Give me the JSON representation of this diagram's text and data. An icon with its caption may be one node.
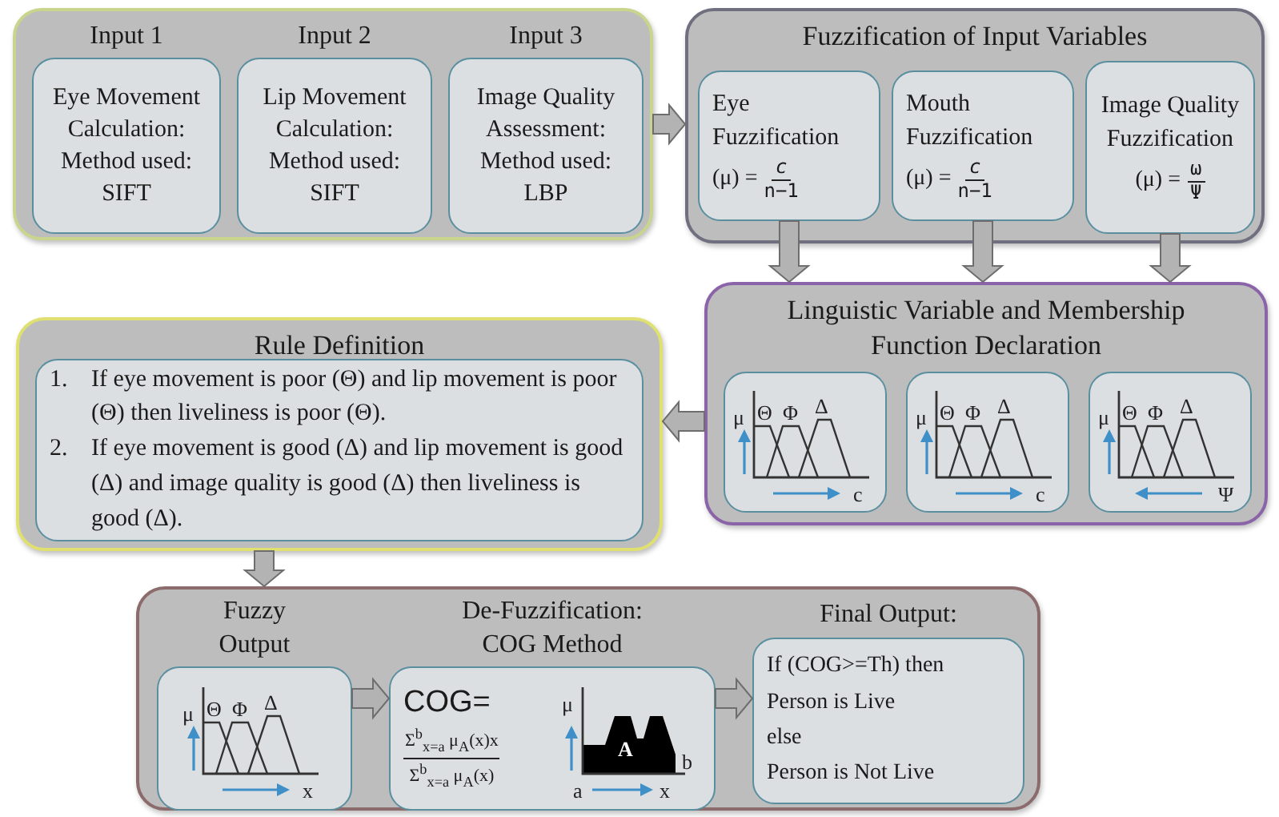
{
  "diagram": {
    "nodes": [
      {
        "text": [],
        "shape": "box"
      },
      {
        "text": [
          "Input 1",
          "Eye Movement Calculation: Method used: SIFT"
        ],
        "in": 0
      },
      {
        "text": [
          "Input 2",
          "Lip Movement Calculation: Method used: SIFT"
        ],
        "in": 0
      },
      {
        "text": [
          "Input 3",
          "Image Quality Assessment: Method used: LBP"
        ],
        "in": 0
      },
      {
        "text": [
          "Fuzzification of Input Variables"
        ]
      },
      {
        "text": [
          "Eye Fuzzification",
          "(μ) =",
          "c",
          "n−1"
        ],
        "in": 4
      },
      {
        "text": [
          "Mouth Fuzzification",
          "(μ) =",
          "c",
          "n−1"
        ],
        "in": 4
      },
      {
        "text": [
          "Image Quality Fuzzification",
          "(μ) =",
          "ω",
          "Ψ"
        ],
        "in": 4
      },
      {
        "text": [
          "Linguistic Variable and Membership Function Declaration"
        ]
      },
      {
        "text": [
          "μ",
          "Θ",
          "Φ",
          "Δ",
          "c"
        ],
        "in": 8
      },
      {
        "text": [
          "μ",
          "Θ",
          "Φ",
          "Δ",
          "c"
        ],
        "in": 8
      },
      {
        "text": [
          "μ",
          "Θ",
          "Φ",
          "Δ",
          "Ψ"
        ],
        "in": 8
      },
      {
        "text": [
          "Rule Definition"
        ]
      },
      {
        "text": [
          "1.",
          "If eye movement is poor (Θ) and lip movement is poor (Θ) then liveliness is poor (Θ).",
          "2.",
          "If eye movement is good (Δ) and lip movement is good (Δ) and image quality is good (Δ) then liveliness is good (Δ)."
        ],
        "in": 12
      },
      {
        "text": [],
        "shape": "box"
      },
      {
        "text": [
          "Fuzzy Output",
          "μ",
          "Θ",
          "Φ",
          "Δ",
          "x"
        ],
        "in": 14
      },
      {
        "text": [
          "De-Fuzzification: COG Method",
          "COG=",
          "Σ$^{b}$$_{x=a}$ μ$_{A}$(x)x",
          "Σ$^{b}$$_{x=a}$ μ$_{A}$(x)",
          "μ",
          "A",
          "b",
          "a",
          "x"
        ],
        "in": 14
      },
      {
        "text": [
          "Final Output:",
          "If (COG>=Th) then",
          "Person is Live",
          "else",
          "Person is Not Live"
        ],
        "in": 14
      }
    ],
    "edges": [
      {
        "from": 0,
        "to": 4,
        "arrow": "to"
      },
      {
        "from": 5,
        "to": 8,
        "arrow": "to"
      },
      {
        "from": 6,
        "to": 8,
        "arrow": "to"
      },
      {
        "from": 7,
        "to": 8,
        "arrow": "to"
      },
      {
        "from": 8,
        "to": 12,
        "arrow": "to"
      },
      {
        "from": 12,
        "to": 14,
        "arrow": "to"
      },
      {
        "from": 15,
        "to": 16,
        "arrow": "to"
      },
      {
        "from": 16,
        "to": 17,
        "arrow": "to"
      }
    ]
  }
}
